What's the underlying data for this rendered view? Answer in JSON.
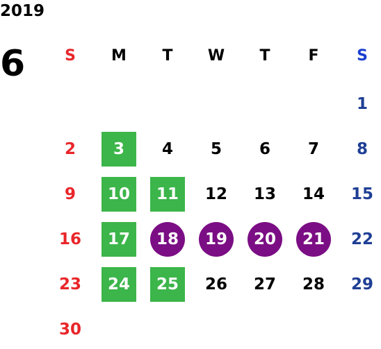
{
  "calendar": {
    "year": "2019",
    "month": "6",
    "weekdays": [
      "S",
      "M",
      "T",
      "W",
      "T",
      "F",
      "S"
    ],
    "weekday_colors": [
      "#e8262a",
      "#000000",
      "#000000",
      "#000000",
      "#000000",
      "#000000",
      "#1a3fd0"
    ],
    "colors": {
      "sunday": "#e8262a",
      "saturday": "#1f3f95",
      "weekday": "#000000",
      "green_highlight": "#3cb54a",
      "purple_highlight": "#7b0e84",
      "highlight_text": "#ffffff"
    },
    "days": [
      {
        "day": "1",
        "col": 6,
        "row": 0,
        "mark": "none"
      },
      {
        "day": "2",
        "col": 0,
        "row": 1,
        "mark": "none"
      },
      {
        "day": "3",
        "col": 1,
        "row": 1,
        "mark": "green"
      },
      {
        "day": "4",
        "col": 2,
        "row": 1,
        "mark": "none"
      },
      {
        "day": "5",
        "col": 3,
        "row": 1,
        "mark": "none"
      },
      {
        "day": "6",
        "col": 4,
        "row": 1,
        "mark": "none"
      },
      {
        "day": "7",
        "col": 5,
        "row": 1,
        "mark": "none"
      },
      {
        "day": "8",
        "col": 6,
        "row": 1,
        "mark": "none"
      },
      {
        "day": "9",
        "col": 0,
        "row": 2,
        "mark": "none"
      },
      {
        "day": "10",
        "col": 1,
        "row": 2,
        "mark": "green"
      },
      {
        "day": "11",
        "col": 2,
        "row": 2,
        "mark": "green"
      },
      {
        "day": "12",
        "col": 3,
        "row": 2,
        "mark": "none"
      },
      {
        "day": "13",
        "col": 4,
        "row": 2,
        "mark": "none"
      },
      {
        "day": "14",
        "col": 5,
        "row": 2,
        "mark": "none"
      },
      {
        "day": "15",
        "col": 6,
        "row": 2,
        "mark": "none"
      },
      {
        "day": "16",
        "col": 0,
        "row": 3,
        "mark": "none"
      },
      {
        "day": "17",
        "col": 1,
        "row": 3,
        "mark": "green"
      },
      {
        "day": "18",
        "col": 2,
        "row": 3,
        "mark": "purple"
      },
      {
        "day": "19",
        "col": 3,
        "row": 3,
        "mark": "purple"
      },
      {
        "day": "20",
        "col": 4,
        "row": 3,
        "mark": "purple"
      },
      {
        "day": "21",
        "col": 5,
        "row": 3,
        "mark": "purple"
      },
      {
        "day": "22",
        "col": 6,
        "row": 3,
        "mark": "none"
      },
      {
        "day": "23",
        "col": 0,
        "row": 4,
        "mark": "none"
      },
      {
        "day": "24",
        "col": 1,
        "row": 4,
        "mark": "green"
      },
      {
        "day": "25",
        "col": 2,
        "row": 4,
        "mark": "green"
      },
      {
        "day": "26",
        "col": 3,
        "row": 4,
        "mark": "none"
      },
      {
        "day": "27",
        "col": 4,
        "row": 4,
        "mark": "none"
      },
      {
        "day": "28",
        "col": 5,
        "row": 4,
        "mark": "none"
      },
      {
        "day": "29",
        "col": 6,
        "row": 4,
        "mark": "none"
      },
      {
        "day": "30",
        "col": 0,
        "row": 5,
        "mark": "none"
      }
    ]
  }
}
